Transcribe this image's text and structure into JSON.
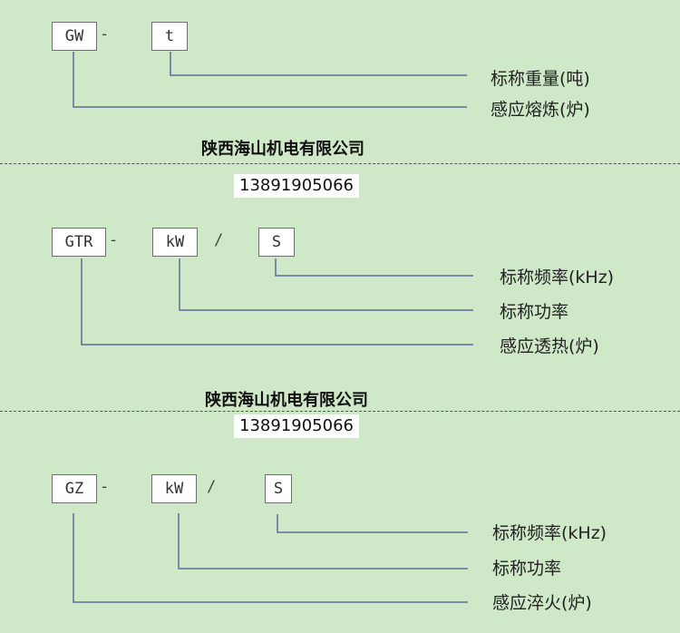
{
  "section1": {
    "box1": "GW",
    "sep1": "-",
    "box2": "t",
    "label1": "标称重量(吨)",
    "label2": "感应熔炼(炉)"
  },
  "company1": "陕西海山机电有限公司",
  "phone1": "13891905066",
  "section2": {
    "box1": "GTR",
    "sep1": "-",
    "box2": "kW",
    "sep2": "/",
    "box3": "S",
    "label1": "标称频率(kHz)",
    "label2": "标称功率",
    "label3": "感应透热(炉)"
  },
  "company2": "陕西海山机电有限公司",
  "phone2": "13891905066",
  "section3": {
    "box1": "GZ",
    "sep1": "-",
    "box2": "kW",
    "sep2": "/",
    "box3": "S",
    "label1": "标称频率(kHz)",
    "label2": "标称功率",
    "label3": "感应淬火(炉)"
  },
  "colors": {
    "background": "#cfe8c8",
    "line": "#5a6e9a"
  }
}
